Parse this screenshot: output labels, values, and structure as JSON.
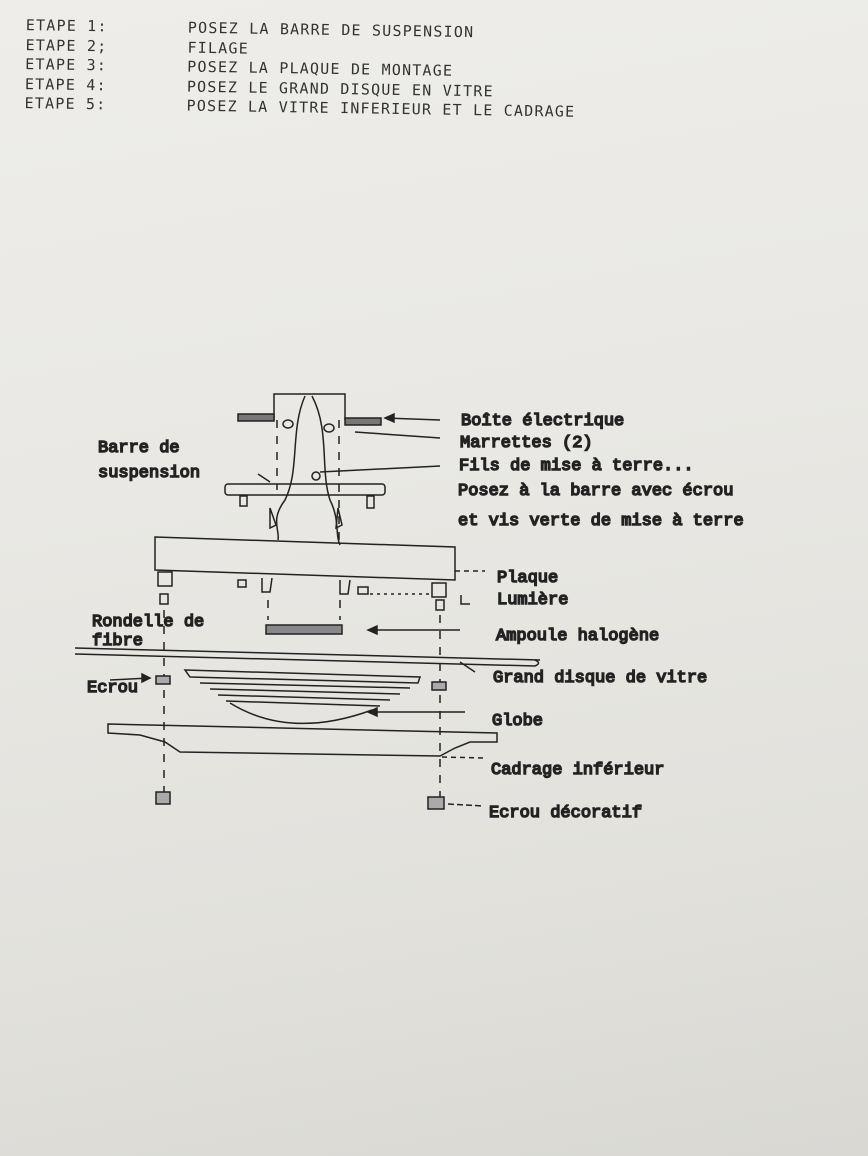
{
  "steps": [
    {
      "label": "ETAPE 1:",
      "text": "POSEZ LA BARRE DE SUSPENSION"
    },
    {
      "label": "ETAPE 2;",
      "text": "FILAGE"
    },
    {
      "label": "ETAPE 3:",
      "text": "POSEZ LA PLAQUE DE MONTAGE"
    },
    {
      "label": "ETAPE 4:",
      "text": "POSEZ LE GRAND DISQUE EN VITRE"
    },
    {
      "label": "ETAPE 5:",
      "text": "POSEZ LA VITRE INFERIEUR ET LE CADRAGE"
    }
  ],
  "diagram": {
    "labels": {
      "boite": "Boîte électrique",
      "marrettes": "Marrettes (2)",
      "fils": "Fils de mise à terre...",
      "posez1": "Posez à la barre avec écrou",
      "posez2": "et vis verte de mise à terre",
      "plaque": "Plaque",
      "lumiere": "Lumière",
      "ampoule": "Ampoule halogène",
      "grand_disque": "Grand disque de vitre",
      "globe": "Globe",
      "cadrage": "Cadrage inférieur",
      "ecrou_deco": "Ecrou décoratif",
      "barre1": "Barre de",
      "barre2": "suspension",
      "rondelle1": "Rondelle de",
      "rondelle2": "fibre",
      "ecrou": "Ecrou"
    }
  }
}
